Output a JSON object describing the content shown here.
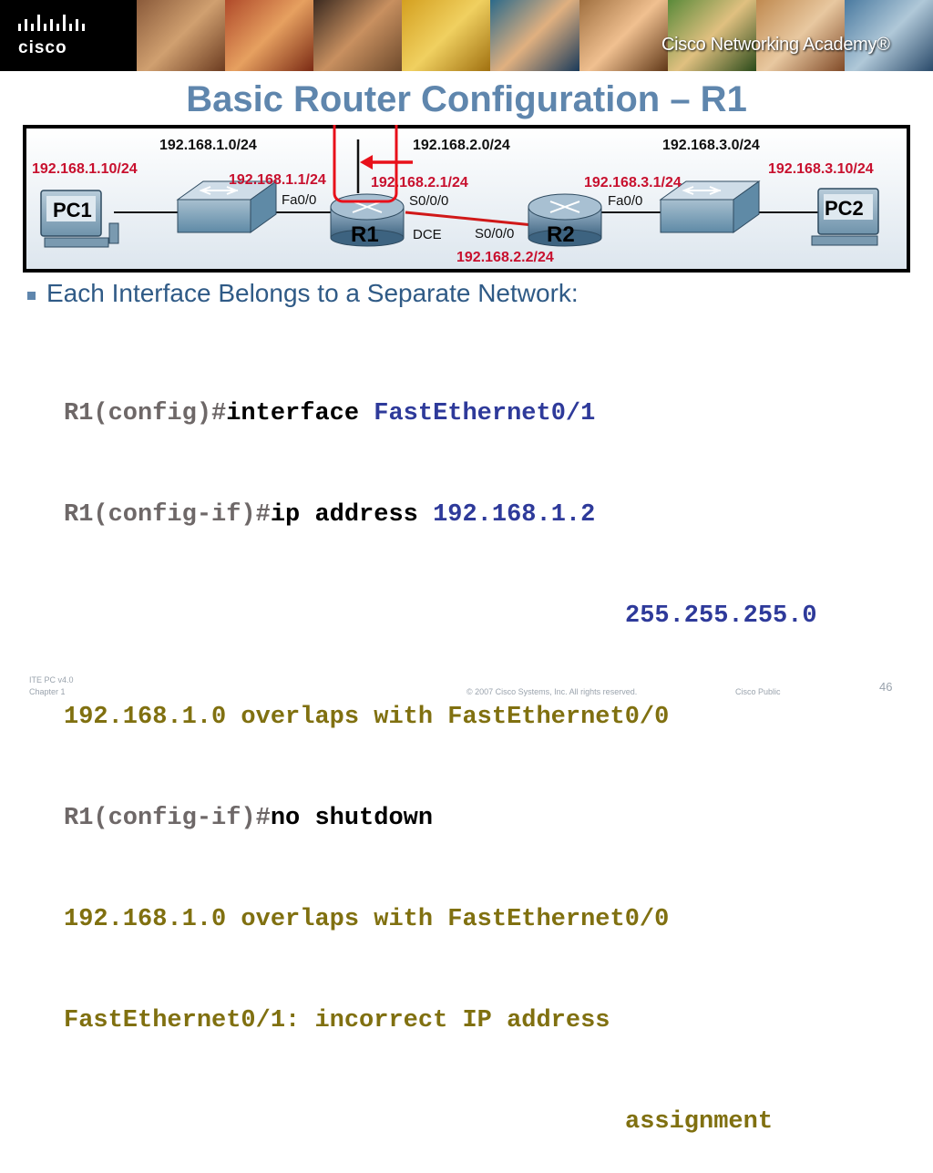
{
  "banner": {
    "logo_text": "cisco",
    "academy_text": "Cisco Networking Academy®"
  },
  "title": "Basic Router Configuration – R1",
  "topology": {
    "net1": "192.168.1.0/24",
    "net2": "192.168.2.0/24",
    "net3": "192.168.3.0/24",
    "pc1_ip": "192.168.1.10/24",
    "pc2_ip": "192.168.3.10/24",
    "r1_fa_ip": "192.168.1.1/24",
    "r1_s_ip": "192.168.2.1/24",
    "r2_fa_ip": "192.168.3.1/24",
    "r2_s_ip": "192.168.2.2/24",
    "r1_fa_if": "Fa0/0",
    "r1_s_if": "S0/0/0",
    "r2_fa_if": "Fa0/0",
    "r2_s_if": "S0/0/0",
    "dce": "DCE",
    "pc1": "PC1",
    "pc2": "PC2",
    "r1": "R1",
    "r2": "R2",
    "colors": {
      "ip_label": "#c8102e",
      "highlight": "#e8101a",
      "serial_link": "#d01818"
    }
  },
  "bullet": "Each Interface Belongs to a Separate Network:",
  "cli": {
    "l1_prompt": "R1(config)#",
    "l1_cmd": "interface ",
    "l1_arg": "FastEthernet0/1",
    "l2_prompt": "R1(config-if)#",
    "l2_cmd": "ip address ",
    "l2_arg": "192.168.1.2",
    "l3_arg": "255.255.255.0",
    "l4_err": "192.168.1.0 overlaps with FastEthernet0/0",
    "l5_prompt": "R1(config-if)#",
    "l5_cmd": "no shutdown",
    "l6_err": "192.168.1.0 overlaps with FastEthernet0/0",
    "l7_err": "FastEthernet0/1: incorrect IP address",
    "l8_err": "assignment"
  },
  "footer": {
    "version": "ITE PC v4.0",
    "chapter": "Chapter 1",
    "copyright": "© 2007 Cisco Systems, Inc. All rights reserved.",
    "classification": "Cisco Public",
    "page": "46"
  }
}
